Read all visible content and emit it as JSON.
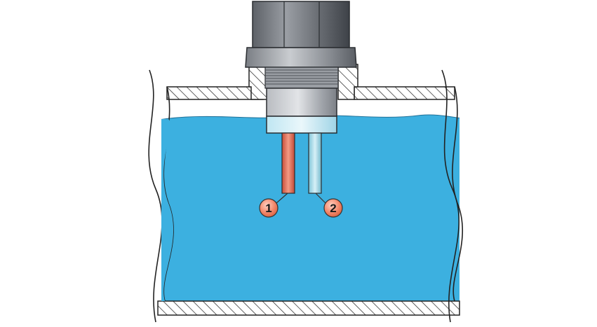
{
  "diagram": {
    "callouts": [
      {
        "id": "probe-1",
        "label": "1"
      },
      {
        "id": "probe-2",
        "label": "2"
      }
    ],
    "colors": {
      "liquid": "#3cb0e0",
      "liquid_dark": "#2a8cc0",
      "pipe_wall": "#ffffff",
      "hatch": "#222222",
      "sensor_body": "#8e9298",
      "sensor_dark": "#4a4e54",
      "probe_1": "#e0705a",
      "probe_2": "#a8dce8",
      "callout_fill": "#f2876a"
    }
  }
}
